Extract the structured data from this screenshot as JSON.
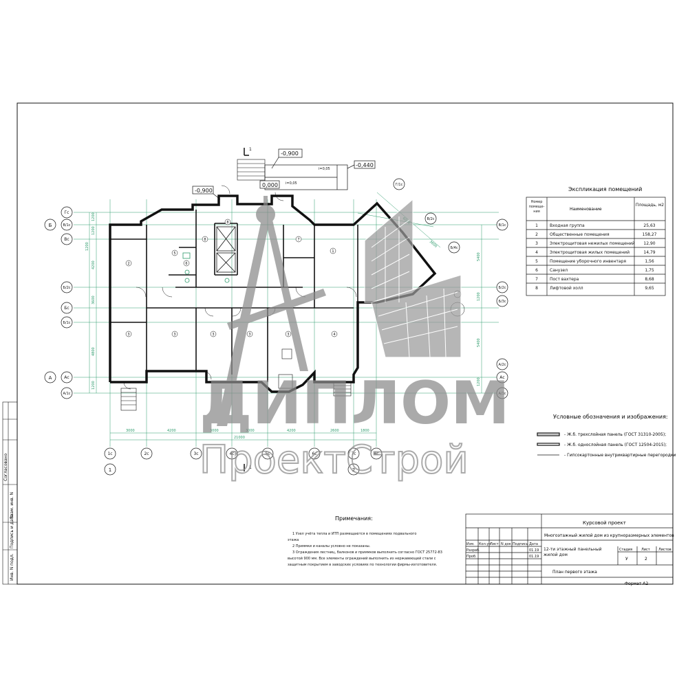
{
  "colors": {
    "line": "#111111",
    "dim": "#2a9a6a",
    "watermark": "#8a8a8a",
    "paper": "#ffffff"
  },
  "section_mark": "1",
  "levels": {
    "entrance_top": "-0,900",
    "entrance_left": "-0,900",
    "floor": "0,000",
    "ramp_end": "-0,440",
    "ramp_slope_1": "i=0,05",
    "ramp_slope_2": "i=0,05"
  },
  "axes": {
    "left_rows": [
      "Гс",
      "В/1с",
      "Вс",
      "Б/2с",
      "Бс",
      "Б/1с",
      "Ас",
      "А/1с"
    ],
    "left_main": [
      "Б",
      "А"
    ],
    "right_rows": [
      "В/1с",
      "Б/2с",
      "Б/3с",
      "А/2с",
      "Ас",
      "А/1с"
    ],
    "bottom": [
      "1с",
      "2с",
      "3с",
      "4с",
      "5с",
      "6с",
      "7с",
      "8с"
    ],
    "bottom_main": [
      "1",
      "2"
    ],
    "oblique": [
      "Г/1с",
      "В/2с",
      "Б/4с"
    ]
  },
  "dimensions": {
    "bottom": [
      "3000",
      "4200",
      "3000",
      "3000",
      "4200",
      "2600",
      "1800"
    ],
    "bottom_total": "21000",
    "left": [
      "1200",
      "1200",
      "1200",
      "4200",
      "3600",
      "4800",
      "1200"
    ],
    "right": [
      "5400",
      "1200",
      "5400",
      "1200"
    ],
    "oblique": [
      "6000",
      "3600"
    ]
  },
  "room_numbers": [
    "1",
    "2",
    "3",
    "3",
    "3",
    "3",
    "3",
    "4",
    "5",
    "6",
    "7",
    "8",
    "8"
  ],
  "explication": {
    "title": "Экспликация помещений",
    "headers": [
      "Номер помеще-ния",
      "Наименование",
      "Площадь, м2"
    ],
    "rows": [
      [
        "1",
        "Входная группа",
        "25,63"
      ],
      [
        "2",
        "Общественные помещения",
        "158,27"
      ],
      [
        "3",
        "Электрощитовая нежилых помещений",
        "12,90"
      ],
      [
        "4",
        "Электрощитовая жилых помещений",
        "14,79"
      ],
      [
        "5",
        "Помещение уборочного инвентаря",
        "1,56"
      ],
      [
        "6",
        "Санузел",
        "1,75"
      ],
      [
        "7",
        "Пост вахтера",
        "8,68"
      ],
      [
        "8",
        "Лифтовой холл",
        "9,65"
      ]
    ]
  },
  "legend": {
    "title": "Условные обозначения и изображения:",
    "items": [
      "- Ж.б. трехслойная панель (ГОСТ 31310-2005);",
      "- Ж.б. однослойная панель (ГОСТ 12504-2015);",
      "- Гипсокартонные внутриквартирные перегородки"
    ]
  },
  "notes": {
    "title": "Примечания:",
    "lines": [
      "1 Узел учёта тепла и ИТП размещаются в помещениях подвального",
      "этажа",
      "2 Приямки и каналы условно не показаны.",
      "3 Ограждения лестниц, балконов и приямков выполнить согласно ГОСТ 25772-83",
      "высотой 900 мм. Все элементы ограждений выполнить из нержавеющей стали с",
      "защитным покрытием в заводских условиях по технологии фирмы-изготовителя."
    ]
  },
  "stamp": {
    "course": "Курсовой проект",
    "project": "Многоэтажный жилой дом из крупноразмерных элементов",
    "building": "12-ти этажный панельный жилой дом",
    "sheet_title": "План первого этажа",
    "cols": [
      "Изм.",
      "Кол.уч",
      "Лист",
      "N док",
      "Подпись",
      "Дата"
    ],
    "roles": [
      "Разраб.",
      "Проб."
    ],
    "dates": [
      "01.19",
      "01.19"
    ],
    "stage_hdr": "Стадия",
    "sheet_hdr": "Лист",
    "sheets_hdr": "Листов",
    "stage": "У",
    "sheet": "2",
    "format": "Формат А2"
  },
  "side_stamp": [
    "Согласовано",
    "Взам. инв. N",
    "Подпись и дата",
    "Инв. N подл."
  ],
  "watermark": {
    "line1": "ДИПЛОМ",
    "line2": "ПроектСтрой"
  }
}
